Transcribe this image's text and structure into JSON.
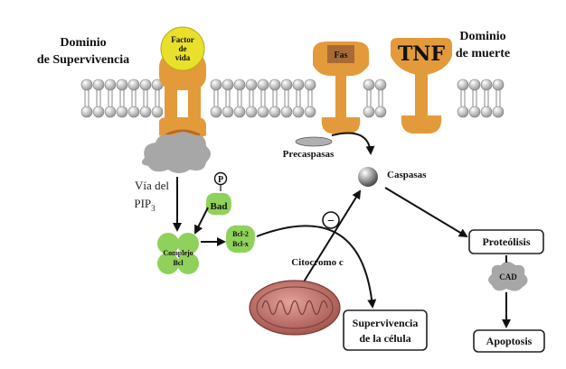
{
  "labels": {
    "survival_domain_line1": "Dominio",
    "survival_domain_line2": "de Supervivencia",
    "death_domain_line1": "Dominio",
    "death_domain_line2": "de muerte",
    "growth_factor_line1": "Factor",
    "growth_factor_line2": "de",
    "growth_factor_line3": "vida",
    "fas": "Fas",
    "tnf": "TNF",
    "precaspases": "Precaspasas",
    "caspases": "Caspasas",
    "pip3_line1": "Vía del",
    "pip3_line2": "PIP",
    "pip3_sub": "3",
    "phospho": "P",
    "bad": "Bad",
    "bcl2_line1": "Bcl-2",
    "bcl2_line2": "Bcl-x",
    "complex_line1": "Complejo",
    "complex_line2": "Bcl",
    "cytochrome": "Citocromo c",
    "inhibit": "−",
    "proteolysis": "Proteólisis",
    "cad": "CAD",
    "apoptosis": "Apoptosis",
    "survival_line1": "Supervivencia",
    "survival_line2": "de la célula"
  },
  "colors": {
    "receptor_orange": "#e39a3b",
    "receptor_dark": "#b86a1c",
    "factor_yellow": "#e8e02a",
    "fas_brown": "#a86a35",
    "membrane_bead": "#c9c9c9",
    "cloud_gray": "#a7a7a7",
    "protein_green": "#8fd15a",
    "mito_red": "#b55a55"
  }
}
